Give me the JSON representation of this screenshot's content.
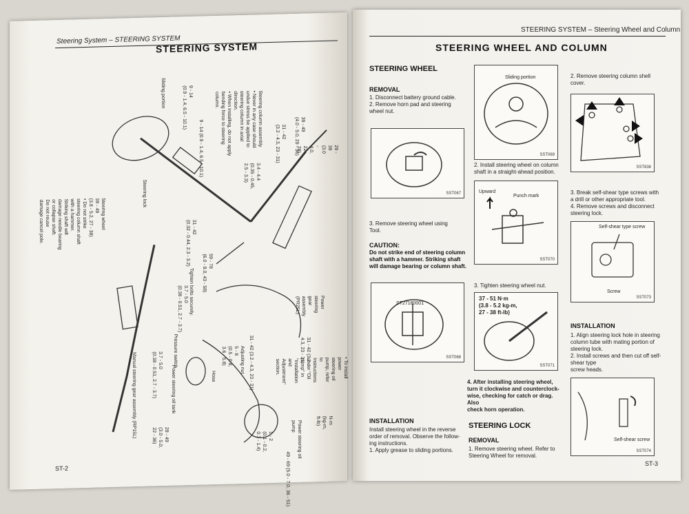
{
  "left": {
    "header": "Steering System – STEERING SYSTEM",
    "title": "STEERING SYSTEM",
    "page_number": "ST-2",
    "callouts": [
      "Sliding portion",
      "9 - 14\n(0.9 - 1.4, 6.5 - 10.1)",
      "9 - 14 (0.9 - 1.4, 6.5 - 10.1)",
      "Steering column assembly\n• Never in any case should\n  undue stress be applied to\n  steering column in axial\n  direction.\n• When installing, do not apply\n  bending force to steering\n  column.",
      "Steering wheel\n39 - 49\n(3.8 - 5.2, 27 - 38)\n• Do not strike\n  steering column shaft\n  with a hammer.\n  Striking shaft will\n  damage needle bearing\n  or collapse shaft.\n  Do not reuse\n  damage cancel pole.",
      "Steering lock",
      "3.4 - 4.4\n(0.35 - 0.45,\n2.5 - 3.3)",
      "31 - 42\n(3.2 - 4.3, 23 - 31)",
      "39 - 49\n(4.0 - 5.0, 29 - 36)",
      "29 - 39\n(3.0 - 4.0,\n22 - 29)",
      "Tighten bolts securely.",
      "31 - 42\n(0.32 - 0.44, 2.3 - 3.2)",
      "59 - 78\n(6.0 - 8.0, 43 - 58)",
      "3.7 - 5.0\n(0.38 - 0.51, 2.7 - 3.7)",
      "Pressure switch",
      "Manual steering gear assembly (RP15L)",
      "3.7 - 5.0\n(0.38 - 0.51, 2.7 - 3.7)",
      "Power steering oil tank",
      "29 - 49\n(3.0 - 5.0,\n22 - 36)",
      "Hose",
      "Adjusting nut\n5 - 8\n(0.5 - 0.8,\n3.6 - 5.8)",
      "31 - 42 (3.2 - 4.3, 23 - 31)",
      "Power steering gear assembly (PR25L)",
      "31 - 42 (3.2 - 4.3, 23 - 31)",
      "Power steering oil pump",
      "1 - 2\n(0.1 - 0.2,\n0.7 - 1.4)",
      "49 - 69 (5.0 - 7.0, 36 - 51)",
      "• To install power steering oil pump, refer to Instructions\n  under \"Oil pump\" in \"Installation and Adjustment\" section.",
      "N·m (kg-m, ft-lb)"
    ]
  },
  "right": {
    "header": "STEERING SYSTEM – Steering Wheel and Column",
    "title": "STEERING WHEEL AND COLUMN",
    "page_number": "ST-3",
    "steering_wheel": {
      "heading": "STEERING WHEEL",
      "removal": "REMOVAL",
      "step1": "1.  Disconnect battery ground cable.\n2.  Remove horn pad and steering\nwheel nut.",
      "step3": "3.  Remove  steering  wheel  using\nTool.",
      "caution_title": "CAUTION:",
      "caution_body": "Do not strike end of steering column\nshaft with a hammer. Striking shaft\nwill damage bearing or column shaft.",
      "tool": "ST27180001",
      "installation": "INSTALLATION",
      "install_text": "Install steering wheel in the reverse\norder of removal. Observe the follow-\ning instructions.\n1.  Apply grease to sliding portions.",
      "fig1": "SST067",
      "fig2": "SST068"
    },
    "middle": {
      "fig_sliding_label": "Sliding portion",
      "fig_sliding_code": "SST069",
      "step2": "2.  Install steering wheel on column\nshaft in a straight-ahead position.",
      "upward": "Upward",
      "punch": "Punch mark",
      "fig_punch_code": "SST070",
      "step3": "3.  Tighten steering wheel nut.",
      "torque": "37 - 51 N·m\n(3.8 - 5.2 kg-m,\n27 - 38 ft-lb)",
      "fig_torque_code": "SST071",
      "step4": "4.  After  installing  steering  wheel,\nturn it clockwise and counterclock-\nwise, checking for catch or drag. Also\ncheck horn operation.",
      "lock_heading": "STEERING LOCK",
      "lock_removal": "REMOVAL",
      "lock_step1": "1.  Remove steering wheel. Refer to\nSteering Wheel for removal."
    },
    "column_right": {
      "step2": "2.  Remove  steering  column  shell\ncover.",
      "fig_shell_code": "SST838",
      "step3": "3.  Break self-shear type screws with\na drill or other appropriate tool.\n4.  Remove screws and disconnect\nsteering lock.",
      "fig_screw_label": "Self-shear type screw",
      "fig_screw_sub": "Screw",
      "fig_screw_code": "SST073",
      "installation": "INSTALLATION",
      "install_text": "1.  Align steering lock hole in steering\ncolumn tube with mating portion of\nsteering lock.\n2.  Install screws and then cut off self-shear type\nscrew heads.",
      "fig_shear_label": "Self-shear screw",
      "fig_shear_code": "SST074"
    }
  }
}
